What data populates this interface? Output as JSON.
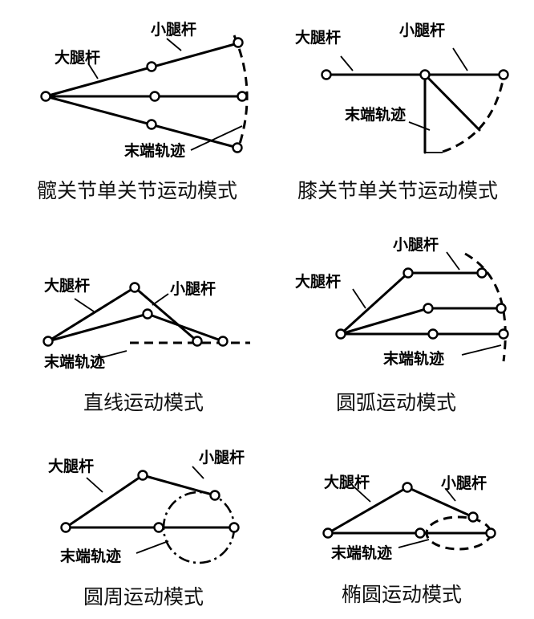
{
  "labels": {
    "thigh": "大腿杆",
    "shank": "小腿杆",
    "trajectory": "末端轨迹"
  },
  "panels": [
    {
      "id": "hip",
      "caption": "髋关节单关节运动模式"
    },
    {
      "id": "knee",
      "caption": "膝关节单关节运动模式"
    },
    {
      "id": "line",
      "caption": "直线运动模式"
    },
    {
      "id": "arc",
      "caption": "圆弧运动模式"
    },
    {
      "id": "circle",
      "caption": "圆周运动模式"
    },
    {
      "id": "ellipse",
      "caption": "椭圆运动模式"
    }
  ]
}
